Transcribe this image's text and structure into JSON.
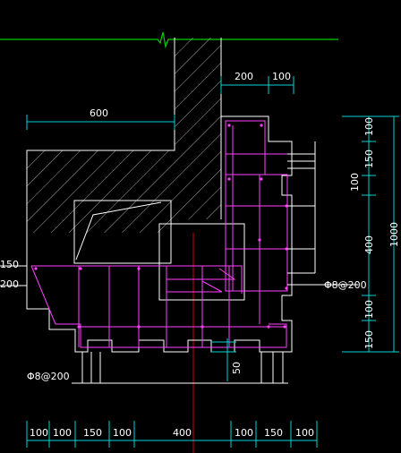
{
  "dims": {
    "top_200": "200",
    "top_100": "100",
    "top_600": "600",
    "left_150": "150",
    "left_200": "200",
    "right_100a": "100",
    "right_150a": "150",
    "right_100b": "100",
    "right_400": "400",
    "right_1000": "1000",
    "right_100c": "100",
    "right_150b": "150",
    "mid_50": "50",
    "bottom": [
      "100",
      "100",
      "150",
      "100",
      "400",
      "100",
      "150",
      "100"
    ]
  },
  "rebar": {
    "right_label": "Φ8@200",
    "bottom_label": "Φ8@200"
  }
}
